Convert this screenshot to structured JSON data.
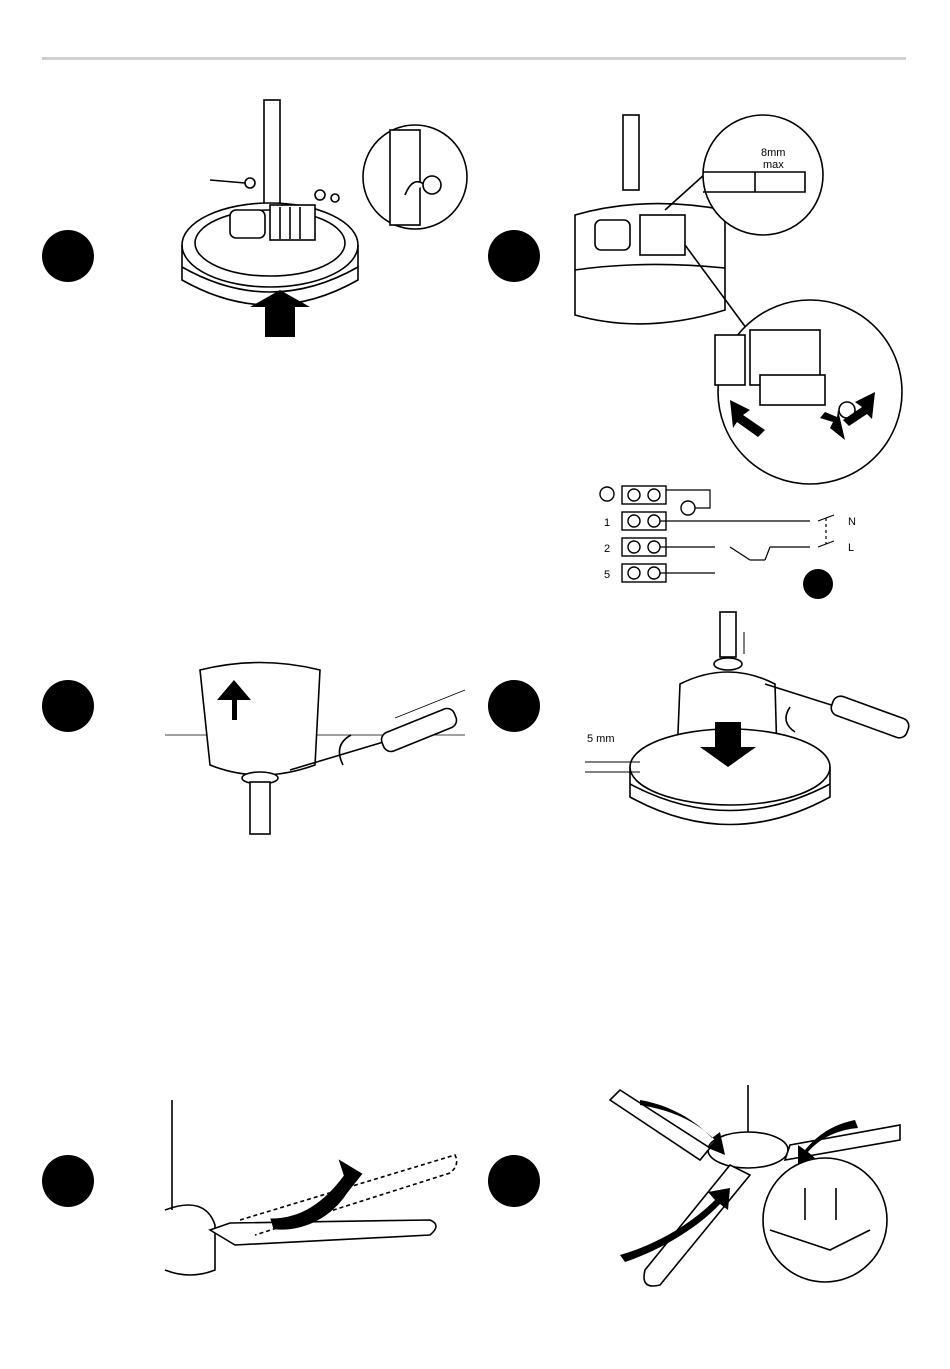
{
  "page": {
    "wire_strip_label": "8mm",
    "wire_strip_sub": "max",
    "gap_label": "5 mm",
    "terminal_numbers": [
      "1",
      "2",
      "5"
    ],
    "line_labels": [
      "N",
      "L"
    ],
    "ground_symbol": "earth-icon"
  },
  "colors": {
    "ink": "#000000",
    "rule": "#cfcfcf",
    "background": "#ffffff"
  }
}
